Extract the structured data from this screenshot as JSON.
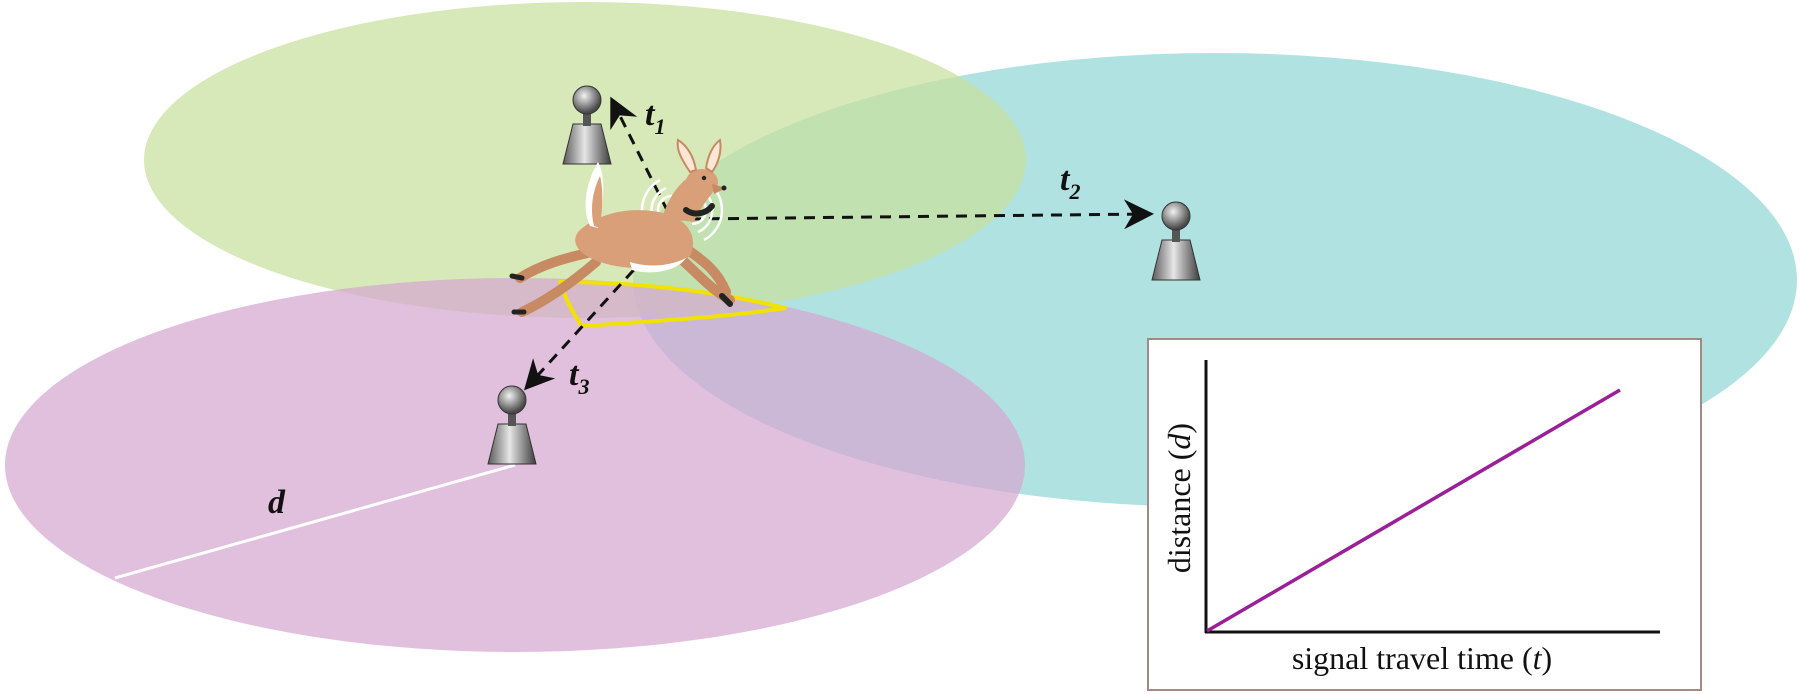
{
  "diagram": {
    "arrows": [
      {
        "letter": "t",
        "sub": "1"
      },
      {
        "letter": "t",
        "sub": "2"
      },
      {
        "letter": "t",
        "sub": "3"
      }
    ],
    "distance_label": "d",
    "colors": {
      "ellipse_green": "#cfe3a9",
      "ellipse_teal": "#9fdcdc",
      "ellipse_pink": "#d9afd5",
      "overlap_region": "#f1e200",
      "graph_line": "#9b1f98",
      "deer_body": "#d99f78"
    },
    "receivers": 3
  },
  "inset_graph": {
    "y_axis": {
      "prefix": "distance (",
      "var": "d",
      "suffix": ")"
    },
    "x_axis": {
      "prefix": "signal travel time (",
      "var": "t",
      "suffix": ")"
    }
  }
}
